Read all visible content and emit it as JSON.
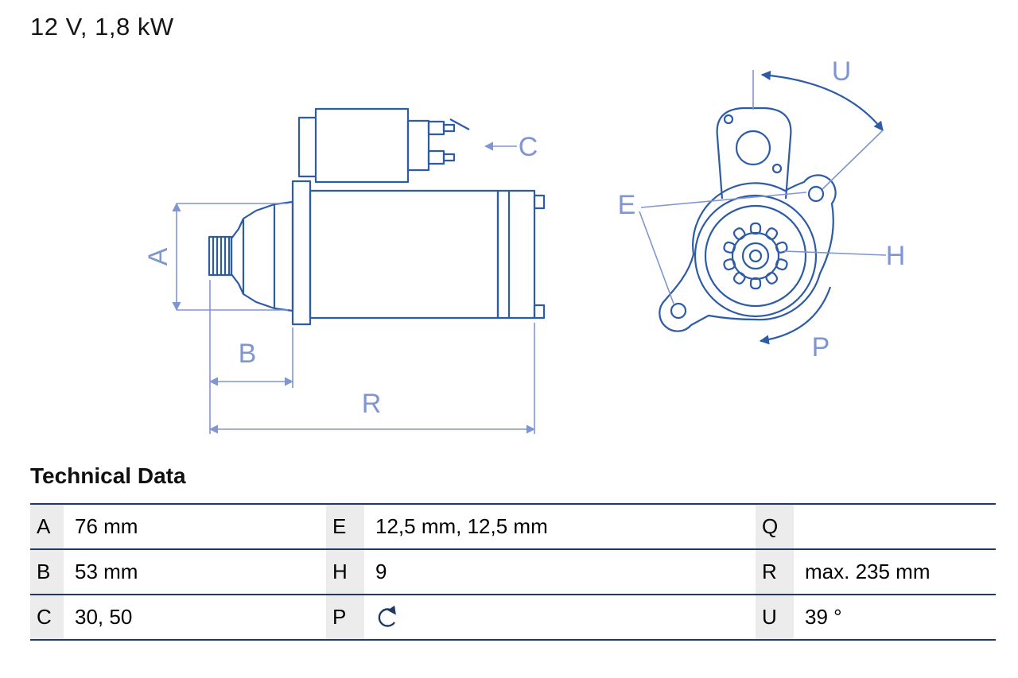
{
  "page": {
    "title": "12 V, 1,8 kW"
  },
  "technical_data": {
    "heading": "Technical Data",
    "rows": [
      {
        "cells": [
          {
            "label": "A",
            "value": "76 mm"
          },
          {
            "label": "E",
            "value": "12,5 mm, 12,5 mm"
          },
          {
            "label": "Q",
            "value": ""
          }
        ]
      },
      {
        "cells": [
          {
            "label": "B",
            "value": "53 mm"
          },
          {
            "label": "H",
            "value": "9"
          },
          {
            "label": "R",
            "value": "max. 235 mm"
          }
        ]
      },
      {
        "cells": [
          {
            "label": "C",
            "value": "30, 50"
          },
          {
            "label": "P",
            "value": "",
            "icon": "rotation-cw-icon"
          },
          {
            "label": "U",
            "value": "39 °"
          }
        ]
      }
    ]
  },
  "diagram": {
    "dimension_labels": {
      "a": "A",
      "b": "B",
      "c": "C",
      "e": "E",
      "h": "H",
      "p": "P",
      "r": "R",
      "u": "U"
    },
    "colors": {
      "drawing_blue": "#2d5ba6",
      "dimension_blue": "#8096d2",
      "table_border_navy": "#1d3a63",
      "label_cell_gray": "#ececec"
    }
  }
}
